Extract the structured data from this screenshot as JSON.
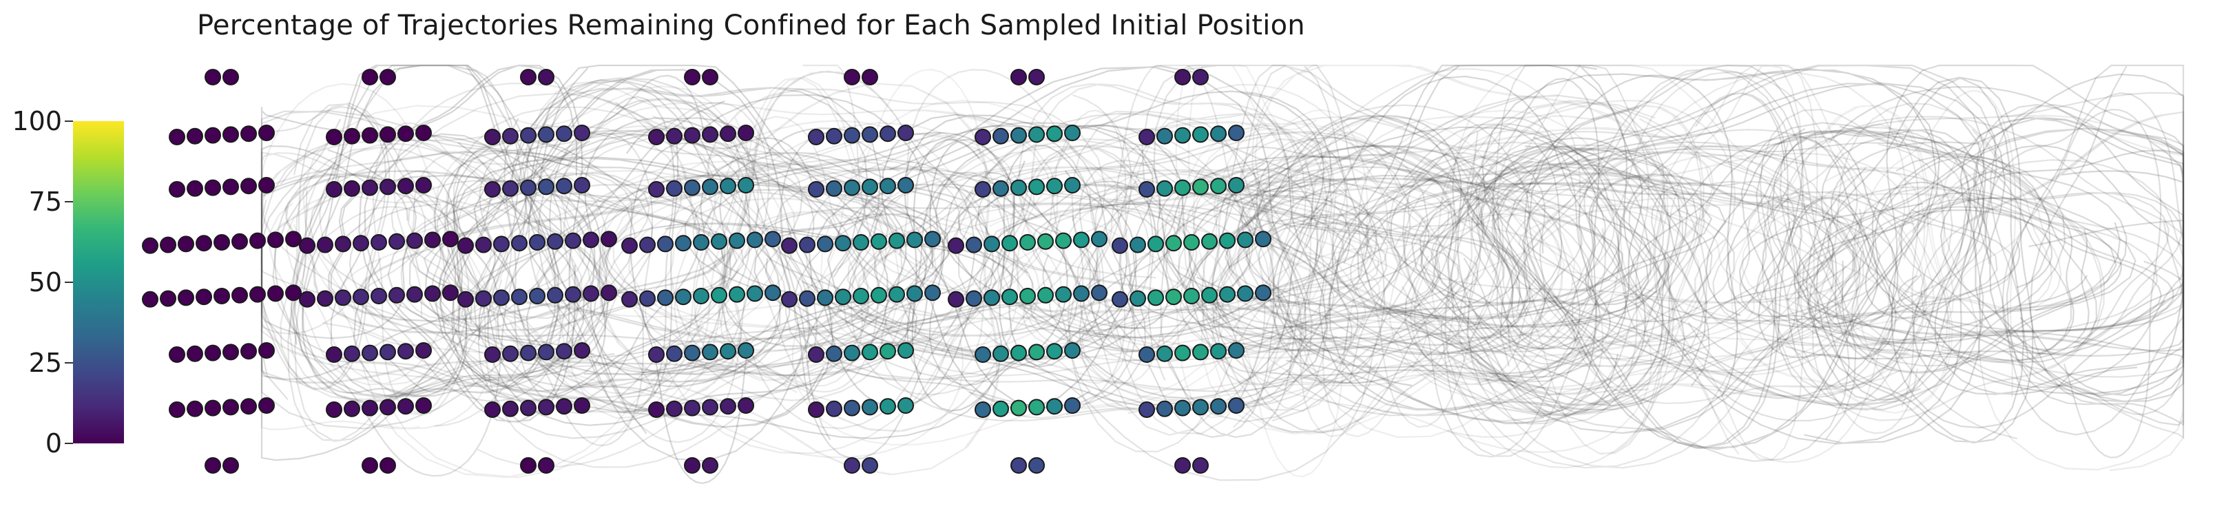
{
  "chart_data": {
    "type": "scatter",
    "title": "Percentage of Trajectories Remaining Confined for Each Sampled Initial Position",
    "colorbar": {
      "colormap": "viridis",
      "range": [
        0,
        100
      ],
      "ticks": [
        "100",
        "75",
        "50",
        "25",
        "0"
      ],
      "colors": [
        "#440154",
        "#482878",
        "#3e4989",
        "#31688e",
        "#26828e",
        "#1f9e89",
        "#35b779",
        "#6ece58",
        "#b5de2b",
        "#fde725"
      ]
    },
    "grid": false,
    "background_trajectories": "gray streamlines of sampled trajectories",
    "column_ids": [
      "c1",
      "c2",
      "c3",
      "c4",
      "c5",
      "c6",
      "c7"
    ],
    "row_values": {
      "c1": [
        [
          0,
          0
        ],
        [
          0,
          0,
          0,
          0,
          0,
          0
        ],
        [
          0,
          0,
          0,
          0,
          0,
          0
        ],
        [
          0,
          0,
          0,
          0,
          0,
          0,
          0,
          0,
          0
        ],
        [
          0,
          0,
          0,
          0,
          0,
          0,
          0,
          0,
          0
        ],
        [
          0,
          0,
          0,
          0,
          0,
          0
        ],
        [
          0,
          0,
          0,
          0,
          0,
          0
        ],
        [
          0,
          0
        ]
      ],
      "c2": [
        [
          0,
          0
        ],
        [
          0,
          0,
          0,
          0,
          0,
          0
        ],
        [
          4,
          4,
          6,
          6,
          4,
          4
        ],
        [
          2,
          4,
          6,
          8,
          10,
          10,
          8,
          4,
          2
        ],
        [
          4,
          6,
          10,
          12,
          12,
          10,
          8,
          6,
          4
        ],
        [
          4,
          10,
          14,
          14,
          10,
          6
        ],
        [
          2,
          4,
          4,
          4,
          4,
          2
        ],
        [
          0,
          0
        ]
      ],
      "c3": [
        [
          2,
          4
        ],
        [
          6,
          12,
          18,
          22,
          20,
          12
        ],
        [
          8,
          14,
          20,
          24,
          22,
          16
        ],
        [
          4,
          8,
          14,
          18,
          20,
          18,
          14,
          8,
          4
        ],
        [
          6,
          12,
          18,
          22,
          24,
          20,
          16,
          10,
          6
        ],
        [
          8,
          14,
          18,
          18,
          14,
          8
        ],
        [
          4,
          6,
          8,
          8,
          6,
          4
        ],
        [
          0,
          2
        ]
      ],
      "c4": [
        [
          2,
          2
        ],
        [
          6,
          8,
          8,
          8,
          6,
          4
        ],
        [
          12,
          22,
          30,
          38,
          44,
          46
        ],
        [
          8,
          16,
          26,
          34,
          40,
          44,
          42,
          38,
          30
        ],
        [
          10,
          20,
          30,
          40,
          48,
          54,
          52,
          46,
          36
        ],
        [
          12,
          22,
          32,
          40,
          44,
          42
        ],
        [
          4,
          8,
          10,
          10,
          8,
          6
        ],
        [
          4,
          6
        ]
      ],
      "c5": [
        [
          2,
          2
        ],
        [
          16,
          20,
          24,
          24,
          20,
          14
        ],
        [
          22,
          32,
          40,
          44,
          42,
          36
        ],
        [
          10,
          20,
          32,
          42,
          50,
          54,
          52,
          46,
          36
        ],
        [
          14,
          26,
          38,
          48,
          54,
          56,
          52,
          44,
          34
        ],
        [
          10,
          30,
          44,
          54,
          58,
          52
        ],
        [
          6,
          18,
          28,
          40,
          52,
          50
        ],
        [
          14,
          20
        ]
      ],
      "c6": [
        [
          4,
          6
        ],
        [
          12,
          28,
          40,
          50,
          54,
          46
        ],
        [
          20,
          38,
          48,
          54,
          52,
          46
        ],
        [
          8,
          28,
          44,
          56,
          60,
          62,
          60,
          54,
          44
        ],
        [
          8,
          30,
          44,
          54,
          60,
          58,
          50,
          40,
          30
        ],
        [
          36,
          48,
          56,
          60,
          54,
          44
        ],
        [
          34,
          56,
          64,
          60,
          46,
          30
        ],
        [
          20,
          24
        ]
      ],
      "c7": [
        [
          6,
          8
        ],
        [
          10,
          40,
          48,
          52,
          44,
          30
        ],
        [
          24,
          50,
          58,
          64,
          60,
          50
        ],
        [
          20,
          44,
          56,
          62,
          62,
          60,
          56,
          48,
          36
        ],
        [
          24,
          48,
          58,
          62,
          60,
          56,
          50,
          44,
          34
        ],
        [
          30,
          50,
          58,
          58,
          52,
          40
        ],
        [
          20,
          30,
          38,
          40,
          36,
          28
        ],
        [
          8,
          10
        ]
      ]
    }
  }
}
